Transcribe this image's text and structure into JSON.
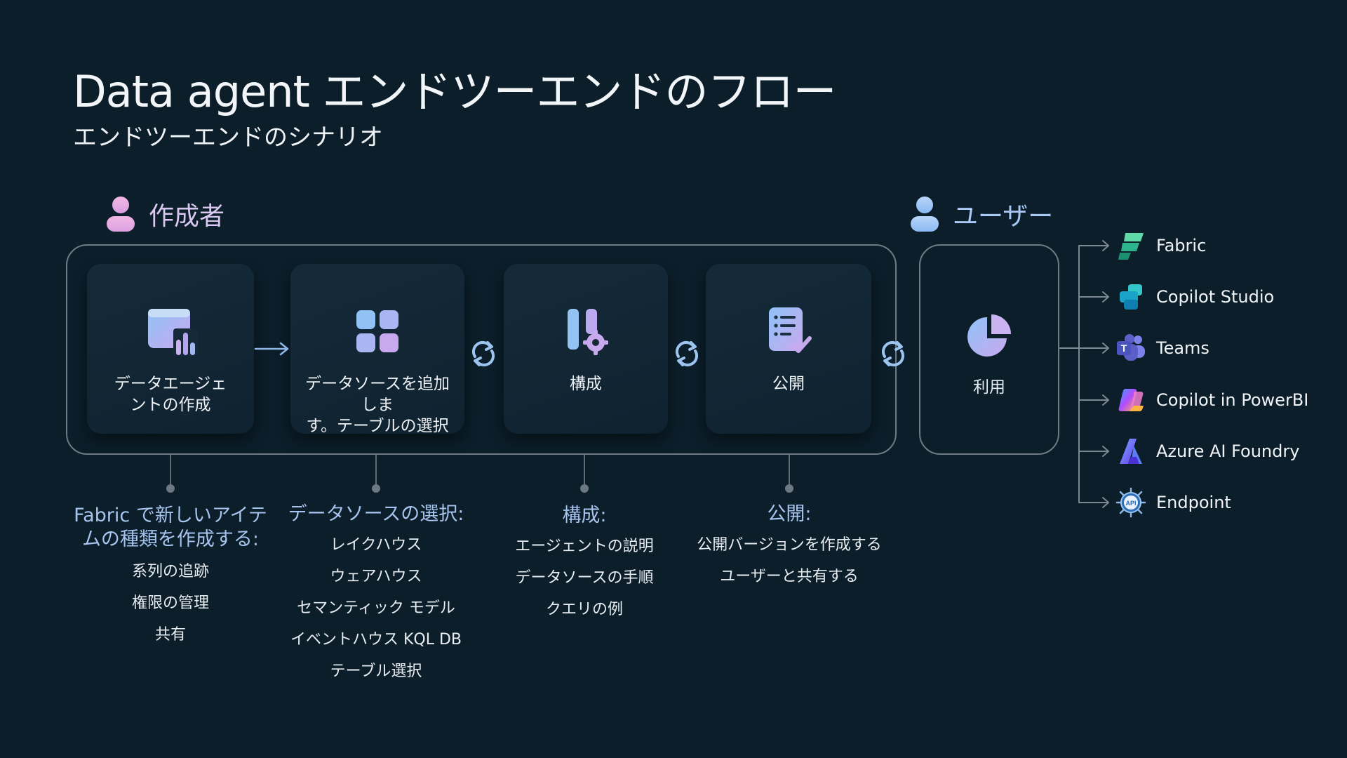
{
  "title": "Data agent エンドツーエンドのフロー",
  "subtitle": "エンドツーエンドのシナリオ",
  "roles": {
    "creator": {
      "label": "作成者",
      "icon": "person-icon"
    },
    "user": {
      "label": "ユーザー",
      "icon": "person-icon"
    }
  },
  "steps": [
    {
      "label_lines": [
        "データエージェ",
        "ントの作成"
      ],
      "icon": "dashboard-chart-icon"
    },
    {
      "label_lines": [
        "データソースを追加しま",
        "す。テーブルの選択"
      ],
      "icon": "apps-grid-icon"
    },
    {
      "label_lines": [
        "構成"
      ],
      "icon": "settings-config-icon"
    },
    {
      "label_lines": [
        "公開"
      ],
      "icon": "checklist-icon"
    }
  ],
  "use_step": {
    "label": "利用",
    "icon": "pie-chart-icon"
  },
  "details": [
    {
      "heading_lines": [
        "Fabric で新しいアイテ",
        "ムの種類を作成する:"
      ],
      "items": [
        "系列の追跡",
        "権限の管理",
        "共有"
      ]
    },
    {
      "heading_lines": [
        "データソースの選択:"
      ],
      "items": [
        "レイクハウス",
        "ウェアハウス",
        "セマンティック モデル",
        "イベントハウス KQL DB",
        "テーブル選択"
      ]
    },
    {
      "heading_lines": [
        "構成:"
      ],
      "items": [
        "エージェントの説明",
        "データソースの手順",
        "クエリの例"
      ]
    },
    {
      "heading_lines": [
        "公開:"
      ],
      "items": [
        "公開バージョンを作成する",
        "ユーザーと共有する"
      ]
    }
  ],
  "targets": [
    {
      "name": "Fabric",
      "icon": "fabric-icon"
    },
    {
      "name": "Copilot Studio",
      "icon": "copilot-studio-icon"
    },
    {
      "name": "Teams",
      "icon": "teams-icon"
    },
    {
      "name": "Copilot in PowerBI",
      "icon": "copilot-icon"
    },
    {
      "name": "Azure AI Foundry",
      "icon": "azure-ai-foundry-icon"
    },
    {
      "name": "Endpoint",
      "icon": "api-endpoint-icon"
    }
  ],
  "colors": {
    "background": "#0b1e2a",
    "frame": "#6f7c88",
    "creator_accent": "#d8c7f0",
    "user_accent": "#a9c8f5",
    "heading_accent": "#a7c4ee",
    "connector_arrow": "#8fb8e8"
  }
}
